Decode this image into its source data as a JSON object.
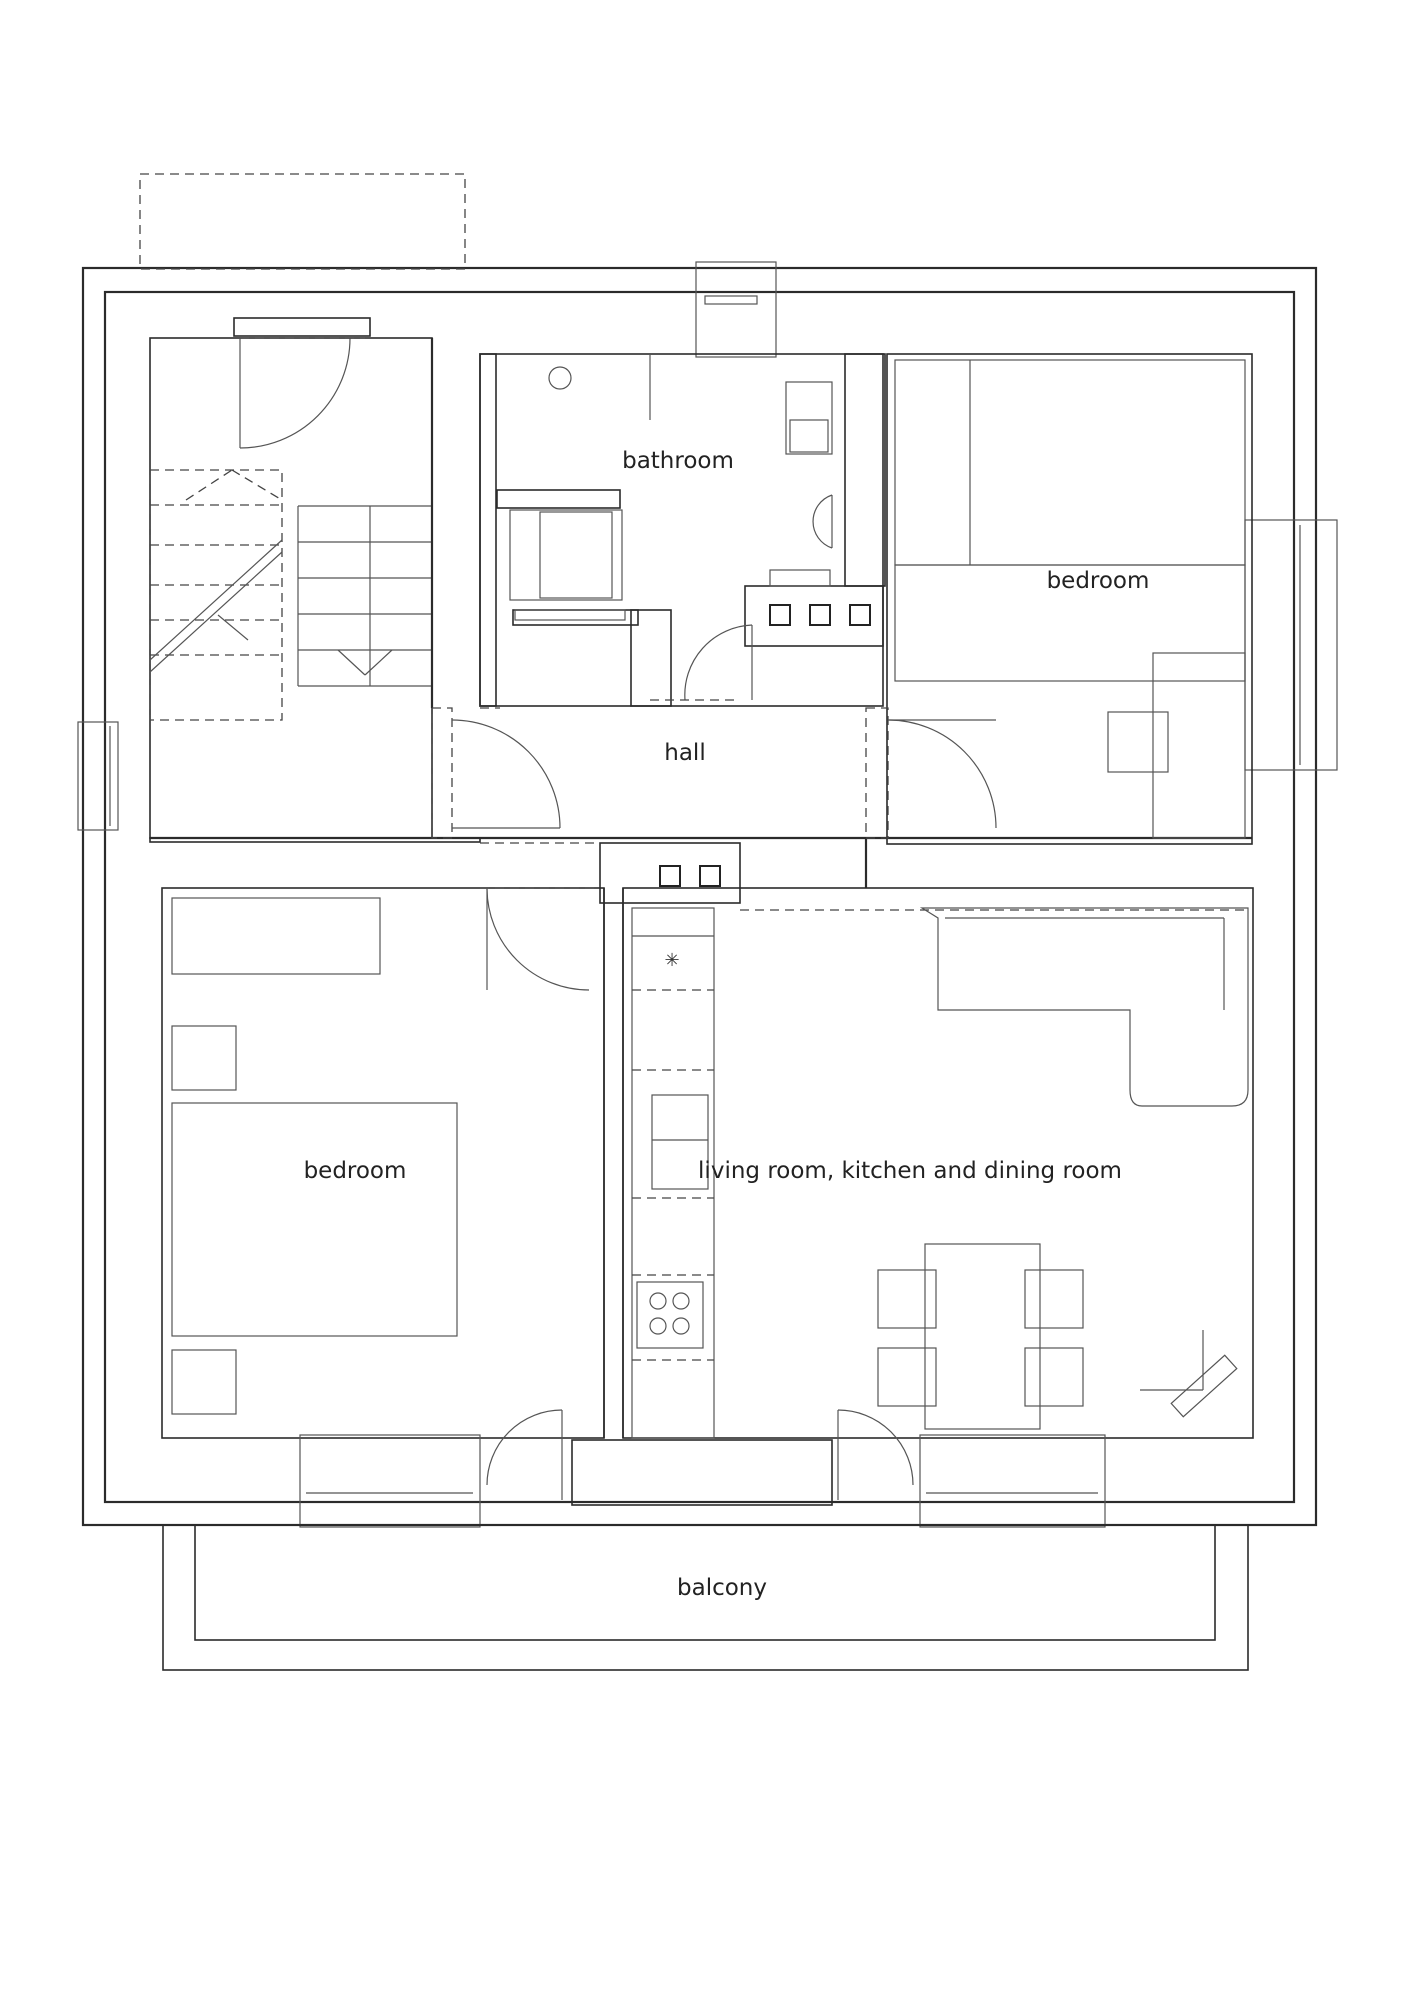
{
  "rooms": {
    "bathroom": "bathroom",
    "bedroom_upper": "bedroom",
    "hall": "hall",
    "bedroom_lower": "bedroom",
    "living": "living room, kitchen and dining room",
    "balcony": "balcony"
  }
}
